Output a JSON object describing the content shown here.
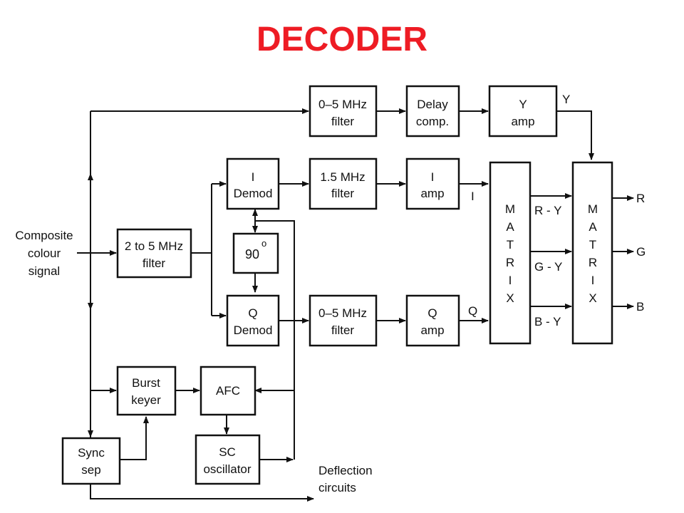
{
  "title": "DECODER",
  "colors": {
    "title": "#ee1c24",
    "line": "#111111"
  },
  "blocks": {
    "y_filter": [
      "0–5 MHz",
      "filter"
    ],
    "delay": [
      "Delay",
      "comp."
    ],
    "y_amp": [
      "Y",
      "amp"
    ],
    "i_demod": [
      "I",
      "Demod"
    ],
    "i_filter": [
      "1.5 MHz",
      "filter"
    ],
    "i_amp": [
      "I",
      "amp"
    ],
    "bp_filter": [
      "2 to 5 MHz",
      "filter"
    ],
    "phase": "90",
    "phase_sup": "o",
    "q_demod": [
      "Q",
      "Demod"
    ],
    "q_filter": [
      "0–5 MHz",
      "filter"
    ],
    "q_amp": [
      "Q",
      "amp"
    ],
    "burst": [
      "Burst",
      "keyer"
    ],
    "afc": "AFC",
    "sync": [
      "Sync",
      "sep"
    ],
    "sc_osc": [
      "SC",
      "oscillator"
    ],
    "matrix1": [
      "M",
      "A",
      "T",
      "R",
      "I",
      "X"
    ],
    "matrix2": [
      "M",
      "A",
      "T",
      "R",
      "I",
      "X"
    ]
  },
  "labels": {
    "input": [
      "Composite",
      "colour",
      "signal"
    ],
    "y_out": "Y",
    "i_out": "I",
    "q_out": "Q",
    "r_y": "R - Y",
    "g_y": "G - Y",
    "b_y": "B - Y",
    "r": "R",
    "g": "G",
    "b": "B",
    "deflection": [
      "Deflection",
      "circuits"
    ]
  }
}
